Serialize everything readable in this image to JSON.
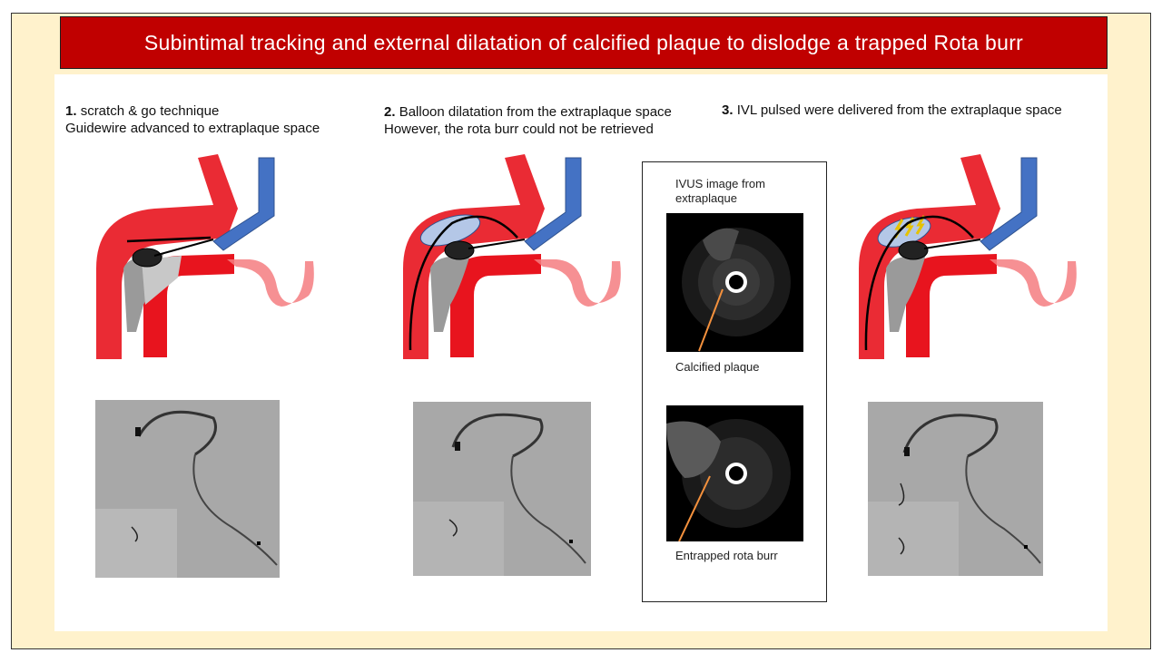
{
  "title": "Subintimal tracking and external dilatation of calcified plaque to dislodge a trapped Rota burr",
  "steps": [
    {
      "number": "1.",
      "line1": "scratch & go technique",
      "line2": "Guidewire advanced to extraplaque space"
    },
    {
      "number": "2.",
      "line1": "Balloon dilatation from the extraplaque space",
      "line2": "However, the rota burr could not be retrieved"
    },
    {
      "number": "3.",
      "line1": "IVL pulsed were delivered from the extraplaque space",
      "line2": ""
    }
  ],
  "ivus": {
    "heading": "IVUS image from extraplaque",
    "label_top": "Calcified plaque",
    "label_bottom": "Entrapped rota burr"
  },
  "colors": {
    "title_bg": "#c00000",
    "frame_bg": "#fff2cc",
    "vessel_red": "#e8141e",
    "vessel_pink": "#f47c80",
    "catheter_blue": "#4472c4",
    "balloon": "#b4c7e7",
    "arrow_orange": "#f4913d"
  }
}
